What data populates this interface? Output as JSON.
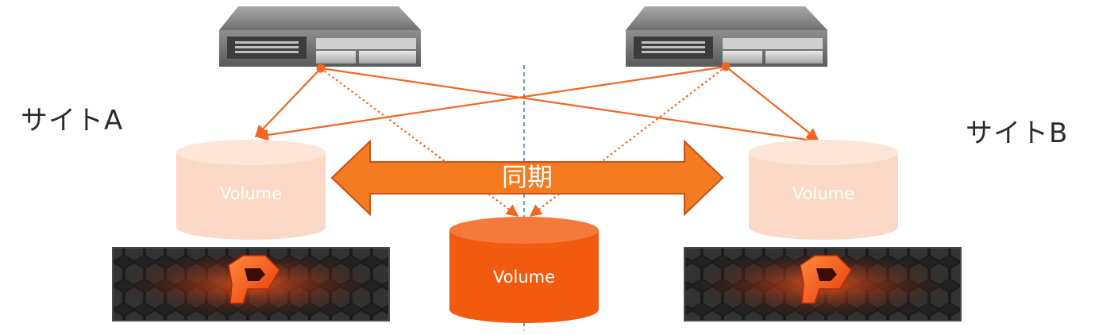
{
  "site_a": {
    "label": "サイトA",
    "volume_label": "Volume"
  },
  "site_b": {
    "label": "サイトB",
    "volume_label": "Volume"
  },
  "center_volume_label": "Volume",
  "sync_label": "同期",
  "colors": {
    "accent": "#f26522",
    "sync_arrow": "#f47b20",
    "sync_arrow_border": "#c8501a",
    "site_volume": "#fbd9c6",
    "center_volume": "#f25a0f",
    "divider": "#2a8a9a",
    "site_text": "#2b2b2b"
  },
  "icons": {
    "server": "rack-server-icon",
    "storage": "flash-array-icon"
  }
}
